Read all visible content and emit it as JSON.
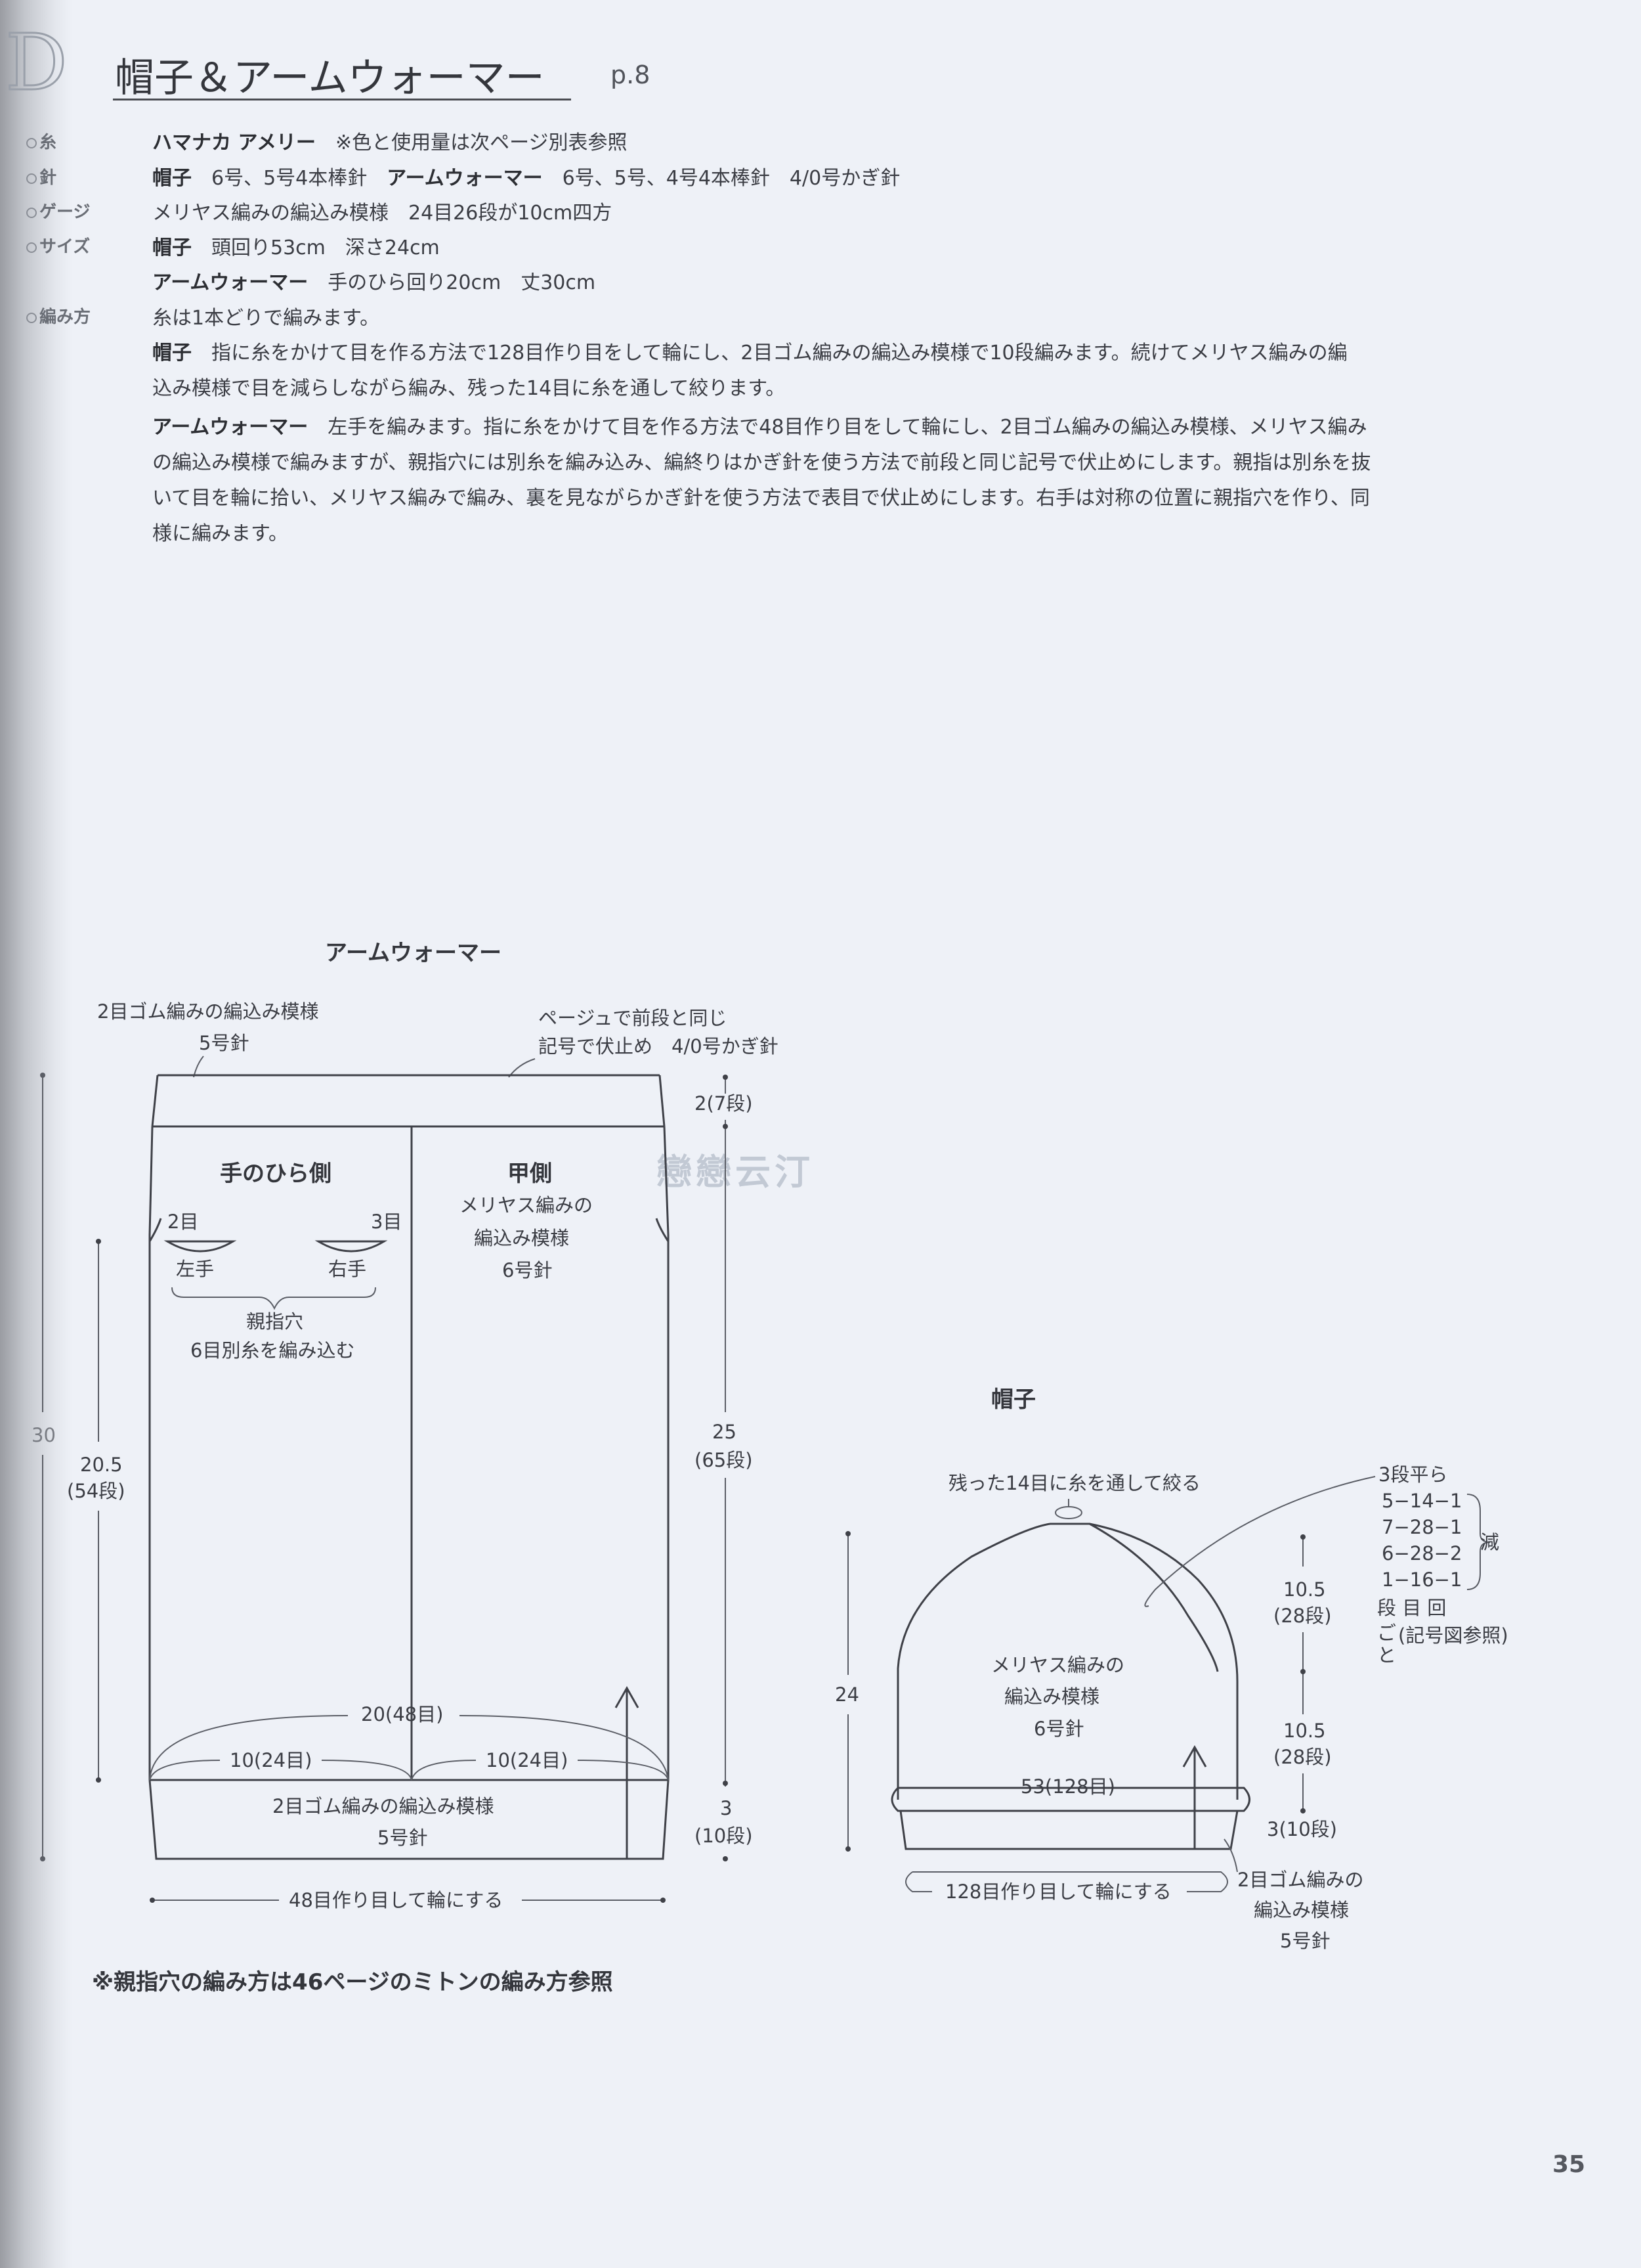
{
  "section_letter": "D",
  "title": "帽子＆アームウォーマー",
  "title_page": "p.8",
  "specs": [
    {
      "label": "糸",
      "html_parts": [
        {
          "b": "ハマナカ アメリー"
        },
        {
          "t": "　※色と使用量は次ページ別表参照"
        }
      ]
    },
    {
      "label": "針",
      "html_parts": [
        {
          "b": "帽子"
        },
        {
          "t": "　6号、5号4本棒針　"
        },
        {
          "b": "アームウォーマー"
        },
        {
          "t": "　6号、5号、4号4本棒針　4/0号かぎ針"
        }
      ]
    },
    {
      "label": "ゲージ",
      "html_parts": [
        {
          "t": "メリヤス編みの編込み模様　24目26段が10cm四方"
        }
      ]
    },
    {
      "label": "サイズ",
      "html_parts": [
        {
          "b": "帽子"
        },
        {
          "t": "　頭回り53cm　深さ24cm"
        }
      ]
    },
    {
      "label": "",
      "html_parts": [
        {
          "b": "アームウォーマー"
        },
        {
          "t": "　手のひら回り20cm　丈30cm"
        }
      ]
    },
    {
      "label": "編み方",
      "html_parts": [
        {
          "t": "糸は1本どりで編みます。"
        }
      ]
    }
  ],
  "instructions": [
    [
      {
        "b": "帽子"
      },
      {
        "t": "　指に糸をかけて目を作る方法で128目作り目をして輪にし、2目ゴム編みの編込み模様で10段編みます。続けてメリヤス編みの編"
      }
    ],
    [
      {
        "t": "込み模様で目を減らしながら編み、残った14目に糸を通して絞ります。"
      }
    ],
    [
      {
        "b": "アームウォーマー"
      },
      {
        "t": "　左手を編みます。指に糸をかけて目を作る方法で48目作り目をして輪にし、2目ゴム編みの編込み模様、メリヤス編み"
      }
    ],
    [
      {
        "t": "の編込み模様で編みますが、親指穴には別糸を編み込み、編終りはかぎ針を使う方法で前段と同じ記号で伏止めにします。親指は別糸を抜"
      }
    ],
    [
      {
        "t": "いて目を輪に拾い、メリヤス編みで編み、裏を見ながらかぎ針を使う方法で表目で伏止めにします。右手は対称の位置に親指穴を作り、同"
      }
    ],
    [
      {
        "t": "様に編みます。"
      }
    ]
  ],
  "arm": {
    "title": "アームウォーマー",
    "top_rib_label": "2目ゴム編みの編込み模様",
    "top_rib_needle": "5号針",
    "bindoff_label1": "ページュで前段と同じ",
    "bindoff_label2": "記号で伏止め　4/0号かぎ針",
    "palm_side": "手のひら側",
    "back_side": "甲側",
    "main_pattern1": "メリヤス編みの",
    "main_pattern2": "編込み模様",
    "main_needle": "6号針",
    "left_stitch": "2目",
    "right_stitch": "3目",
    "left_hand": "左手",
    "right_hand": "右手",
    "thumb_hole": "親指穴",
    "thumb_note": "6目別糸を編み込む",
    "dim_top": "2(7段)",
    "dim_main_cm": "25",
    "dim_main_rows": "(65段)",
    "dim_bottom_cm": "3",
    "dim_bottom_rows": "(10段)",
    "dim_left_cm": "20.5",
    "dim_left_rows": "(54段)",
    "dim_total": "30",
    "width_total": "20(48目)",
    "width_half_left": "10(24目)",
    "width_half_right": "10(24目)",
    "bottom_rib_label": "2目ゴム編みの編込み模様",
    "bottom_rib_needle": "5号針",
    "cast_on": "48目作り目して輪にする"
  },
  "hat": {
    "title": "帽子",
    "top_note": "残った14目に糸を通して絞る",
    "dec_header": "3段平ら",
    "dec_rows": [
      "5−14−1",
      "7−28−1",
      "6−28−2",
      "1−16−1"
    ],
    "dec_label": "減",
    "dec_footer1": "段 目 回",
    "dec_footer2": "ご",
    "dec_footer3": "と",
    "dec_ref": "(記号図参照)",
    "pattern1": "メリヤス編みの",
    "pattern2": "編込み模様",
    "needle": "6号針",
    "height": "24",
    "dim_top_cm": "10.5",
    "dim_top_rows": "(28段)",
    "dim_mid_cm": "10.5",
    "dim_mid_rows": "(28段)",
    "dim_rib": "3(10段)",
    "width": "53(128目)",
    "cast_on": "128目作り目して輪にする",
    "rib_label1": "2目ゴム編みの",
    "rib_label2": "編込み模様",
    "rib_needle": "5号針"
  },
  "thumb_note": "※親指穴の編み方は46ページのミトンの編み方参照",
  "page_number": "35",
  "watermark": "戀戀云汀"
}
